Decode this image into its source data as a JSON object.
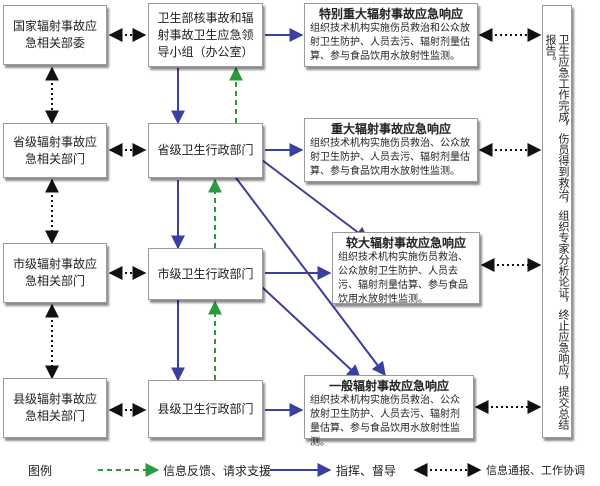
{
  "left_boxes": [
    {
      "name": "national-radiation-dept",
      "text": "国家辐射事故应急相关部委"
    },
    {
      "name": "provincial-radiation-dept",
      "text": "省级辐射事故应急相关部门"
    },
    {
      "name": "city-radiation-dept",
      "text": "市级辐射事故应急相关部门"
    },
    {
      "name": "county-radiation-dept",
      "text": "县级辐射事故应急相关部门"
    }
  ],
  "center_boxes": [
    {
      "name": "ministry-leading-group",
      "text": "卫生部核事故和辐射事故卫生应急领导小组（办公室）"
    },
    {
      "name": "provincial-health-dept",
      "text": "省级卫生行政部门"
    },
    {
      "name": "city-health-dept",
      "text": "市级卫生行政部门"
    },
    {
      "name": "county-health-dept",
      "text": "县级卫生行政部门"
    }
  ],
  "responses": [
    {
      "name": "response-extraordinary",
      "title": "特别重大辐射事故应急响应",
      "body": "组织技术机构实施伤员救治和公众放射卫生防护、人员去污、辐射剂量估算、参与食品饮用水放射性监测。"
    },
    {
      "name": "response-major",
      "title": "重大辐射事故应急响应",
      "body": "组织技术机构实施伤员救治、公众放射卫生防护、人员去污、辐射剂量估算、参与食品饮用水放射性监测。"
    },
    {
      "name": "response-larger",
      "title": "较大辐射事故应急响应",
      "body": "组织技术机构实施伤员救治、公众放射卫生防护、人员去污、辐射剂量估算、参与食品饮用水放射性监测。"
    },
    {
      "name": "response-general",
      "title": "一般辐射事故应急响应",
      "body": "组织技术机构实施伤员救治、公众放射卫生防护、人员去污、辐射剂量估算、参与食品饮用水放射性监测。"
    }
  ],
  "final_box": {
    "text": "卫生应急工作完成，伤员得到救治，组织专家分析论证，终止应急响应，提交总结报告。"
  },
  "legend": {
    "title": "图例",
    "feedback": "信息反馈、请求支援",
    "command": "指挥、督导",
    "notify": "信息通报、工作协调"
  },
  "colors": {
    "blue": "#3b3f9e",
    "green": "#2a9a3a",
    "black": "#111111"
  }
}
